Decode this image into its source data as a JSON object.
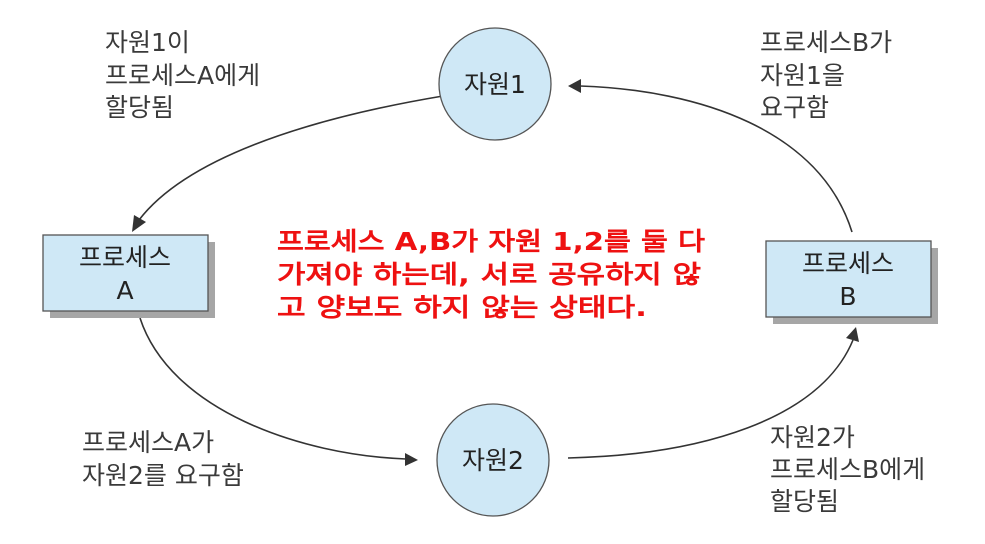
{
  "nodes": {
    "resource1": "자원1",
    "resource2": "자원2",
    "processA": [
      "프로세스",
      "A"
    ],
    "processB": [
      "프로세스",
      "B"
    ]
  },
  "edge_labels": {
    "r1_to_a": [
      "자원1이",
      "프로세스A에게",
      "할당됨"
    ],
    "b_to_r1": [
      "프로세스B가",
      "자원1을",
      "요구함"
    ],
    "a_to_r2": [
      "프로세스A가",
      "자원2를  요구함"
    ],
    "r2_to_b": [
      "자원2가",
      "프로세스B에게",
      "할당됨"
    ]
  },
  "note": [
    "프로세스 A,B가 자원 1,2를 둘 다",
    "가져야 하는데, 서로 공유하지 않",
    "고 양보도 하지 않는 상태다."
  ],
  "colors": {
    "node_fill": "#cfe8f6",
    "note_text": "#ee1111"
  }
}
